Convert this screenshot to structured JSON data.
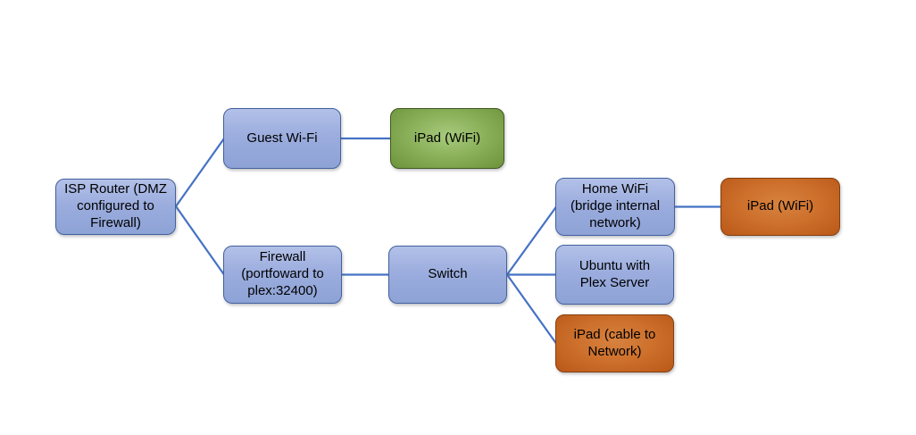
{
  "diagram": {
    "type": "network-topology",
    "nodes": [
      {
        "id": "isp-router",
        "label": "ISP Router (DMZ\nconfigured to\nFirewall)",
        "color": "blue"
      },
      {
        "id": "guest-wifi",
        "label": "Guest Wi-Fi",
        "color": "blue"
      },
      {
        "id": "ipad-guest-wifi",
        "label": "iPad (WiFi)",
        "color": "green"
      },
      {
        "id": "firewall",
        "label": "Firewall\n(portfoward to\nplex:32400)",
        "color": "blue"
      },
      {
        "id": "switch",
        "label": "Switch",
        "color": "blue"
      },
      {
        "id": "home-wifi",
        "label": "Home WiFi\n(bridge internal\nnetwork)",
        "color": "blue"
      },
      {
        "id": "ipad-home-wifi",
        "label": "iPad (WiFi)",
        "color": "orange"
      },
      {
        "id": "ubuntu-plex",
        "label": "Ubuntu with\nPlex Server",
        "color": "blue"
      },
      {
        "id": "ipad-cable",
        "label": "iPad (cable to\nNetwork)",
        "color": "orange"
      }
    ],
    "edges": [
      {
        "from": "isp-router",
        "to": "guest-wifi"
      },
      {
        "from": "isp-router",
        "to": "firewall"
      },
      {
        "from": "guest-wifi",
        "to": "ipad-guest-wifi"
      },
      {
        "from": "firewall",
        "to": "switch"
      },
      {
        "from": "switch",
        "to": "home-wifi"
      },
      {
        "from": "switch",
        "to": "ubuntu-plex"
      },
      {
        "from": "switch",
        "to": "ipad-cable"
      },
      {
        "from": "home-wifi",
        "to": "ipad-home-wifi"
      }
    ],
    "colors": {
      "background": "#ffffff",
      "connector": "#4472c4",
      "text": "#000000",
      "node_blue_fill": "#9cadde",
      "node_blue_border": "#41619e",
      "node_green_fill": "#8db25c",
      "node_green_border": "#3e5822",
      "node_orange_fill": "#cc6f2b",
      "node_orange_border": "#84400e"
    }
  }
}
